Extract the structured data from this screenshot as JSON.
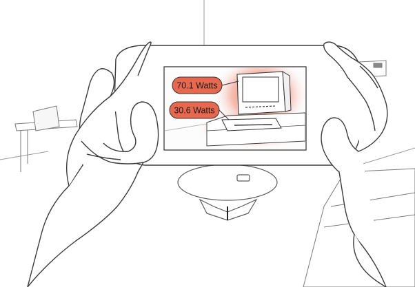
{
  "screen": {
    "readouts": [
      {
        "device": "tv",
        "value": "70.1 Watts"
      },
      {
        "device": "vcr",
        "value": "30.6 Watts"
      }
    ]
  },
  "colors": {
    "accent_fill": "#e8684f",
    "glow": "#f4a08c",
    "line": "#4a4a4a",
    "background": "#ffffff"
  }
}
